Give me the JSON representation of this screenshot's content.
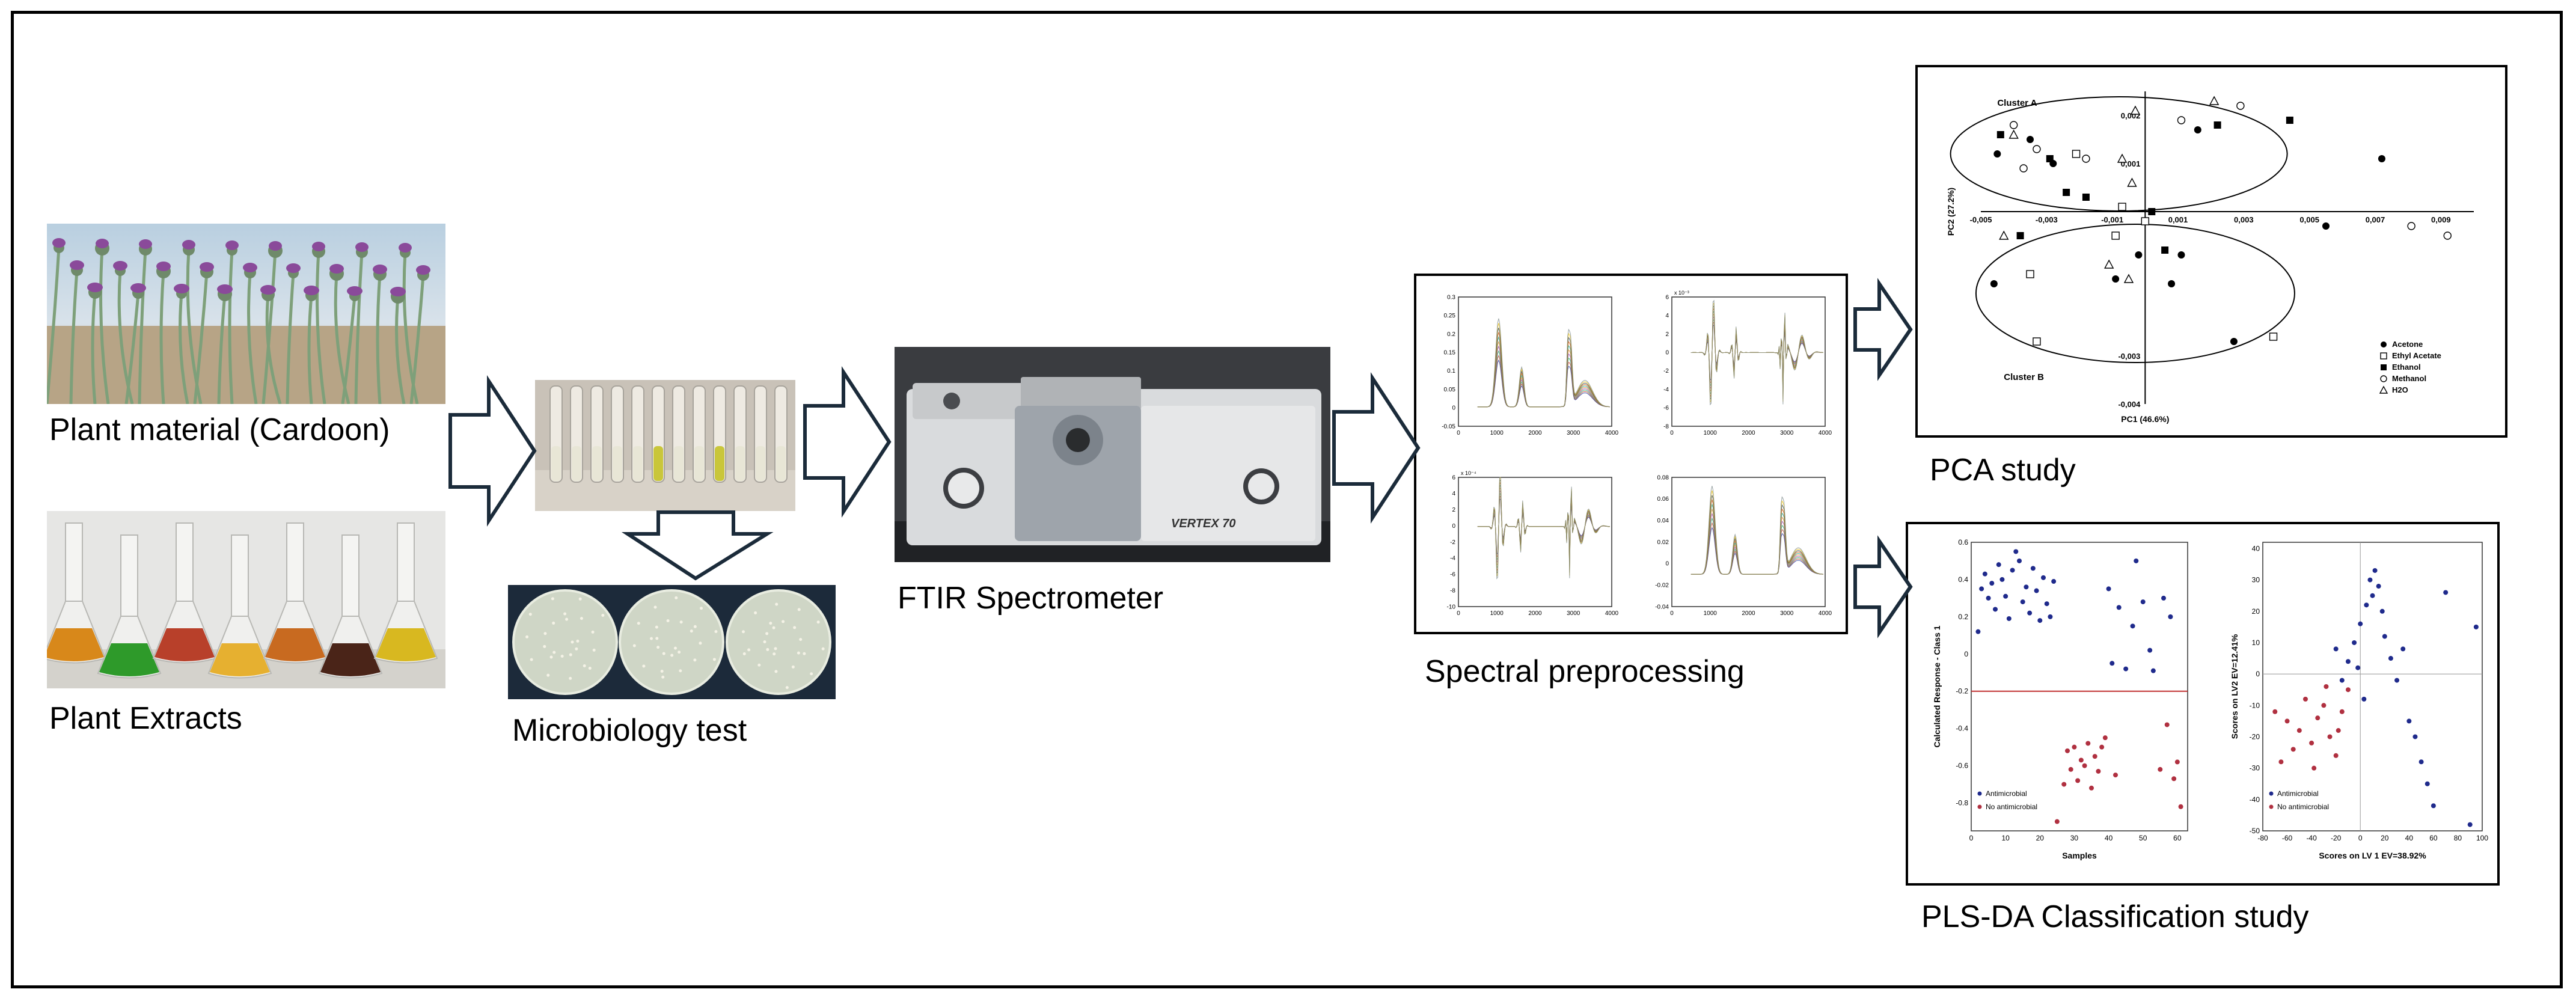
{
  "labels": {
    "plant_material": "Plant material (Cardoon)",
    "plant_extracts": "Plant Extracts",
    "microbiology": "Microbiology test",
    "ftir": "FTIR Spectrometer",
    "spectral": "Spectral preprocessing",
    "pca": "PCA study",
    "plsda": "PLS-DA Classification study"
  },
  "instrument_text": "VERTEX 70",
  "colors": {
    "stroke": "#000000",
    "thistle_purple": "#8a4a9a",
    "plant_green": "#8fae8a",
    "sky": "#c7d8e6",
    "chart_blue": "#1f2a8c",
    "chart_red": "#b03040",
    "threshold": "#c03030"
  },
  "chart_data": [
    {
      "type": "scatter",
      "title": "",
      "xlabel": "PC1 (46.6%)",
      "ylabel": "PC2 (27.2%)",
      "xlim": [
        -0.005,
        0.01
      ],
      "ylim": [
        -0.004,
        0.0025
      ],
      "x_ticks": [
        "-0,005",
        "-0,003",
        "-0,001",
        "0,001",
        "0,003",
        "0,005",
        "0,007",
        "0,009"
      ],
      "y_ticks": [
        "0,002",
        "0,001",
        "-0,003",
        "-0,004"
      ],
      "clusters": [
        "Cluster A",
        "Cluster B"
      ],
      "legend": [
        "Acetone",
        "Ethyl Acetate",
        "Ethanol",
        "Methanol",
        "H2O"
      ],
      "legend_position": "bottom-right",
      "series": [
        {
          "name": "Acetone",
          "marker": "filled-circle",
          "points": [
            [
              -0.0045,
              0.0012
            ],
            [
              -0.0035,
              0.0015
            ],
            [
              -0.0028,
              0.001
            ],
            [
              0.0016,
              0.0017
            ],
            [
              0.0055,
              -0.0003
            ],
            [
              0.0072,
              0.0011
            ],
            [
              0.0027,
              -0.0027
            ],
            [
              -0.0046,
              -0.0015
            ],
            [
              -0.0002,
              -0.0009
            ],
            [
              0.0011,
              -0.0009
            ],
            [
              0.0008,
              -0.0015
            ],
            [
              -0.0009,
              -0.0014
            ]
          ]
        },
        {
          "name": "Ethyl Acetate",
          "marker": "hollow-square",
          "points": [
            [
              -0.0021,
              0.0012
            ],
            [
              -0.0035,
              -0.0013
            ],
            [
              -0.0033,
              -0.0027
            ],
            [
              -0.0007,
              0.0001
            ],
            [
              0.0039,
              -0.0026
            ],
            [
              -0.0009,
              -0.0005
            ],
            [
              0.0,
              -0.0002
            ]
          ]
        },
        {
          "name": "Ethanol",
          "marker": "filled-square",
          "points": [
            [
              -0.0044,
              0.0016
            ],
            [
              -0.0029,
              0.0011
            ],
            [
              -0.0038,
              -0.0005
            ],
            [
              0.0022,
              0.0018
            ],
            [
              0.0044,
              0.0019
            ],
            [
              0.0002,
              0.0
            ],
            [
              0.0006,
              -0.0008
            ],
            [
              -0.0024,
              0.0004
            ],
            [
              -0.0018,
              0.0003
            ]
          ]
        },
        {
          "name": "Methanol",
          "marker": "hollow-circle",
          "points": [
            [
              -0.004,
              0.0018
            ],
            [
              -0.0033,
              0.0013
            ],
            [
              0.0011,
              0.0019
            ],
            [
              0.0029,
              0.0022
            ],
            [
              -0.0018,
              0.0011
            ],
            [
              0.0081,
              -0.0003
            ],
            [
              0.0092,
              -0.0005
            ],
            [
              -0.0037,
              0.0009
            ]
          ]
        },
        {
          "name": "H2O",
          "marker": "hollow-triangle",
          "points": [
            [
              -0.004,
              0.0016
            ],
            [
              -0.0043,
              -0.0005
            ],
            [
              0.0021,
              0.0023
            ],
            [
              -0.0007,
              0.0011
            ],
            [
              -0.0004,
              0.0006
            ],
            [
              -0.0011,
              -0.0011
            ],
            [
              -0.0005,
              -0.0014
            ],
            [
              -0.0003,
              0.0021
            ]
          ]
        }
      ]
    },
    {
      "type": "scatter",
      "title": "",
      "xlabel": "Samples",
      "ylabel": "Calculated Response - Class 1",
      "xlim": [
        0,
        63
      ],
      "ylim": [
        -0.95,
        0.6
      ],
      "x_ticks": [
        "0",
        "10",
        "20",
        "30",
        "40",
        "50",
        "60"
      ],
      "y_ticks": [
        "0.6",
        "0.4",
        "0.2",
        "0",
        "-0.2",
        "-0.4",
        "-0.6",
        "-0.8"
      ],
      "threshold": -0.2,
      "legend": [
        "Antimicrobial",
        "No antimicrobial"
      ],
      "legend_position": "bottom-left",
      "series": [
        {
          "name": "Antimicrobial",
          "points": [
            [
              2,
              0.12
            ],
            [
              3,
              0.35
            ],
            [
              4,
              0.43
            ],
            [
              5,
              0.3
            ],
            [
              6,
              0.38
            ],
            [
              7,
              0.24
            ],
            [
              8,
              0.48
            ],
            [
              9,
              0.4
            ],
            [
              10,
              0.31
            ],
            [
              11,
              0.19
            ],
            [
              12,
              0.45
            ],
            [
              13,
              0.55
            ],
            [
              14,
              0.5
            ],
            [
              15,
              0.28
            ],
            [
              16,
              0.36
            ],
            [
              17,
              0.22
            ],
            [
              18,
              0.46
            ],
            [
              19,
              0.34
            ],
            [
              20,
              0.18
            ],
            [
              21,
              0.41
            ],
            [
              22,
              0.27
            ],
            [
              23,
              0.2
            ],
            [
              24,
              0.39
            ],
            [
              40,
              0.35
            ],
            [
              41,
              -0.05
            ],
            [
              43,
              0.25
            ],
            [
              45,
              -0.08
            ],
            [
              47,
              0.15
            ],
            [
              48,
              0.5
            ],
            [
              50,
              0.28
            ],
            [
              52,
              0.02
            ],
            [
              53,
              -0.09
            ],
            [
              56,
              0.3
            ],
            [
              58,
              0.2
            ]
          ]
        },
        {
          "name": "No antimicrobial",
          "points": [
            [
              25,
              -0.9
            ],
            [
              27,
              -0.7
            ],
            [
              28,
              -0.52
            ],
            [
              29,
              -0.62
            ],
            [
              30,
              -0.5
            ],
            [
              31,
              -0.68
            ],
            [
              32,
              -0.57
            ],
            [
              33,
              -0.6
            ],
            [
              34,
              -0.48
            ],
            [
              35,
              -0.72
            ],
            [
              36,
              -0.55
            ],
            [
              37,
              -0.63
            ],
            [
              38,
              -0.5
            ],
            [
              39,
              -0.45
            ],
            [
              42,
              -0.65
            ],
            [
              55,
              -0.62
            ],
            [
              57,
              -0.38
            ],
            [
              59,
              -0.67
            ],
            [
              60,
              -0.58
            ],
            [
              61,
              -0.82
            ]
          ]
        }
      ]
    },
    {
      "type": "scatter",
      "title": "",
      "xlabel": "Scores on LV 1 EV=38.92%",
      "ylabel": "Scores on LV2 EV=12.41%",
      "xlim": [
        -80,
        100
      ],
      "ylim": [
        -50,
        42
      ],
      "x_ticks": [
        "-80",
        "-60",
        "-40",
        "-20",
        "0",
        "20",
        "40",
        "60",
        "80",
        "100"
      ],
      "y_ticks": [
        "40",
        "30",
        "20",
        "10",
        "0",
        "-10",
        "-20",
        "-30",
        "-40",
        "-50"
      ],
      "legend": [
        "Antimicrobial",
        "No antimicrobial"
      ],
      "legend_position": "bottom-left",
      "series": [
        {
          "name": "Antimicrobial",
          "points": [
            [
              -5,
              10
            ],
            [
              0,
              16
            ],
            [
              5,
              22
            ],
            [
              8,
              30
            ],
            [
              10,
              25
            ],
            [
              12,
              33
            ],
            [
              15,
              28
            ],
            [
              18,
              20
            ],
            [
              20,
              12
            ],
            [
              25,
              5
            ],
            [
              30,
              -2
            ],
            [
              35,
              8
            ],
            [
              40,
              -15
            ],
            [
              45,
              -20
            ],
            [
              50,
              -28
            ],
            [
              55,
              -35
            ],
            [
              60,
              -42
            ],
            [
              -10,
              4
            ],
            [
              -15,
              -2
            ],
            [
              -20,
              8
            ],
            [
              70,
              26
            ],
            [
              90,
              -48
            ],
            [
              95,
              15
            ],
            [
              -2,
              2
            ],
            [
              3,
              -8
            ]
          ]
        },
        {
          "name": "No antimicrobial",
          "points": [
            [
              -70,
              -12
            ],
            [
              -60,
              -15
            ],
            [
              -50,
              -18
            ],
            [
              -45,
              -8
            ],
            [
              -40,
              -22
            ],
            [
              -35,
              -14
            ],
            [
              -30,
              -10
            ],
            [
              -25,
              -20
            ],
            [
              -20,
              -26
            ],
            [
              -15,
              -12
            ],
            [
              -10,
              -5
            ],
            [
              -55,
              -24
            ],
            [
              -65,
              -28
            ],
            [
              -38,
              -30
            ],
            [
              -28,
              -4
            ],
            [
              -18,
              -18
            ]
          ]
        }
      ]
    },
    {
      "type": "line",
      "title": "",
      "xlabel": "",
      "ylabel": "",
      "xlim": [
        0,
        4000
      ],
      "ylim": [
        -0.05,
        0.3
      ],
      "x_ticks": [
        "0",
        "1000",
        "2000",
        "3000",
        "4000"
      ],
      "y_ticks": [
        "0.3",
        "0.25",
        "0.2",
        "0.15",
        "0.1",
        "0.05",
        "0",
        "-0.05"
      ]
    },
    {
      "type": "line",
      "title": "",
      "xlabel": "",
      "ylabel": "",
      "xlim": [
        0,
        4000
      ],
      "ylim": [
        -8,
        6
      ],
      "scale_label": "x 10⁻³",
      "x_ticks": [
        "0",
        "1000",
        "2000",
        "3000",
        "4000"
      ],
      "y_ticks": [
        "6",
        "4",
        "2",
        "0",
        "-2",
        "-4",
        "-6",
        "-8"
      ]
    },
    {
      "type": "line",
      "title": "",
      "xlabel": "",
      "ylabel": "",
      "xlim": [
        0,
        4000
      ],
      "ylim": [
        -10,
        6
      ],
      "scale_label": "x 10⁻⁴",
      "x_ticks": [
        "0",
        "1000",
        "2000",
        "3000",
        "4000"
      ],
      "y_ticks": [
        "6",
        "4",
        "2",
        "0",
        "-2",
        "-4",
        "-6",
        "-8",
        "-10"
      ]
    },
    {
      "type": "line",
      "title": "",
      "xlabel": "",
      "ylabel": "",
      "xlim": [
        0,
        4000
      ],
      "ylim": [
        -0.04,
        0.08
      ],
      "x_ticks": [
        "0",
        "1000",
        "2000",
        "3000",
        "4000"
      ],
      "y_ticks": [
        "0.08",
        "0.06",
        "0.04",
        "0.02",
        "0",
        "-0.02",
        "-0.04"
      ]
    }
  ]
}
